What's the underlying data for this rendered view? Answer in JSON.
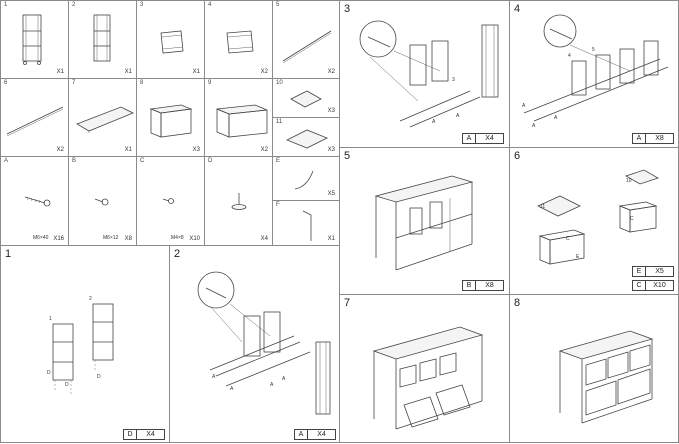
{
  "parts": [
    {
      "num": "1",
      "qty": "X1"
    },
    {
      "num": "2",
      "qty": "X1"
    },
    {
      "num": "3",
      "qty": "X1"
    },
    {
      "num": "4",
      "qty": "X2"
    },
    {
      "num": "5",
      "qty": "X2"
    },
    {
      "num": "6",
      "qty": "X2"
    },
    {
      "num": "7",
      "qty": "X1"
    },
    {
      "num": "8",
      "qty": "X3"
    },
    {
      "num": "9",
      "qty": "X2"
    },
    {
      "num": "10",
      "qty": "X3"
    },
    {
      "num": "11",
      "qty": "X3"
    }
  ],
  "hardware": [
    {
      "letter": "A",
      "spec": "M6×40",
      "qty": "X16"
    },
    {
      "letter": "B",
      "spec": "M6×12",
      "qty": "X8"
    },
    {
      "letter": "C",
      "spec": "M4×8",
      "qty": "X10"
    },
    {
      "letter": "D",
      "spec": "",
      "qty": "X4"
    },
    {
      "letter": "E",
      "spec": "",
      "qty": "X5"
    },
    {
      "letter": "F",
      "spec": "",
      "qty": "X1"
    }
  ],
  "steps": [
    {
      "num": "1",
      "tag": [
        {
          "part": "D",
          "qty": "X4"
        }
      ]
    },
    {
      "num": "2",
      "tag": [
        {
          "part": "A",
          "qty": "X4"
        }
      ]
    },
    {
      "num": "3",
      "tag": [
        {
          "part": "A",
          "qty": "X4"
        }
      ]
    },
    {
      "num": "4",
      "tag": [
        {
          "part": "A",
          "qty": "X8"
        }
      ]
    },
    {
      "num": "5",
      "tag": [
        {
          "part": "B",
          "qty": "X8"
        }
      ]
    },
    {
      "num": "6",
      "tag": [
        {
          "part": "E",
          "qty": "X5"
        },
        {
          "part": "C",
          "qty": "X10"
        }
      ]
    },
    {
      "num": "7",
      "tag": []
    },
    {
      "num": "8",
      "tag": []
    }
  ],
  "callouts": {
    "step1": [
      "1",
      "2",
      "D",
      "D",
      "D"
    ],
    "step2": [
      "A",
      "A",
      "A",
      "A"
    ],
    "step3": [
      "3",
      "A",
      "A"
    ],
    "step4": [
      "4",
      "5",
      "A",
      "A",
      "A"
    ],
    "step6": [
      "10",
      "11",
      "C",
      "C",
      "E"
    ]
  }
}
